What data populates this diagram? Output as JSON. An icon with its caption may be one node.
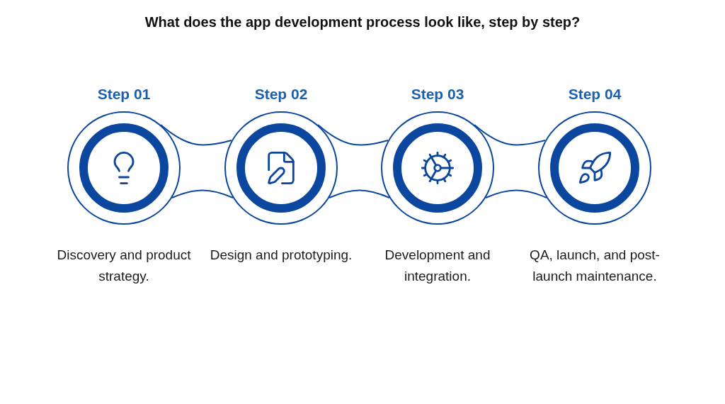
{
  "diagram": {
    "title": "What does the app development process look like, step by step?",
    "nodes": [
      {
        "text": [
          "Step 01"
        ],
        "beside": [
          "Discovery and product strategy."
        ]
      },
      {
        "text": [
          "Step 02"
        ],
        "beside": [
          "Design and prototyping."
        ]
      },
      {
        "text": [
          "Step 03"
        ],
        "beside": [
          "Development and integration."
        ]
      },
      {
        "text": [
          "Step 04"
        ],
        "beside": [
          "QA, launch, and post-launch maintenance."
        ]
      }
    ],
    "edges": [
      {
        "from": 0,
        "to": 1,
        "arrow": "none"
      },
      {
        "from": 0,
        "to": 1,
        "arrow": "none"
      },
      {
        "from": 1,
        "to": 2,
        "arrow": "none"
      },
      {
        "from": 1,
        "to": 2,
        "arrow": "none"
      },
      {
        "from": 2,
        "to": 3,
        "arrow": "none"
      },
      {
        "from": 2,
        "to": 3,
        "arrow": "none"
      }
    ]
  }
}
